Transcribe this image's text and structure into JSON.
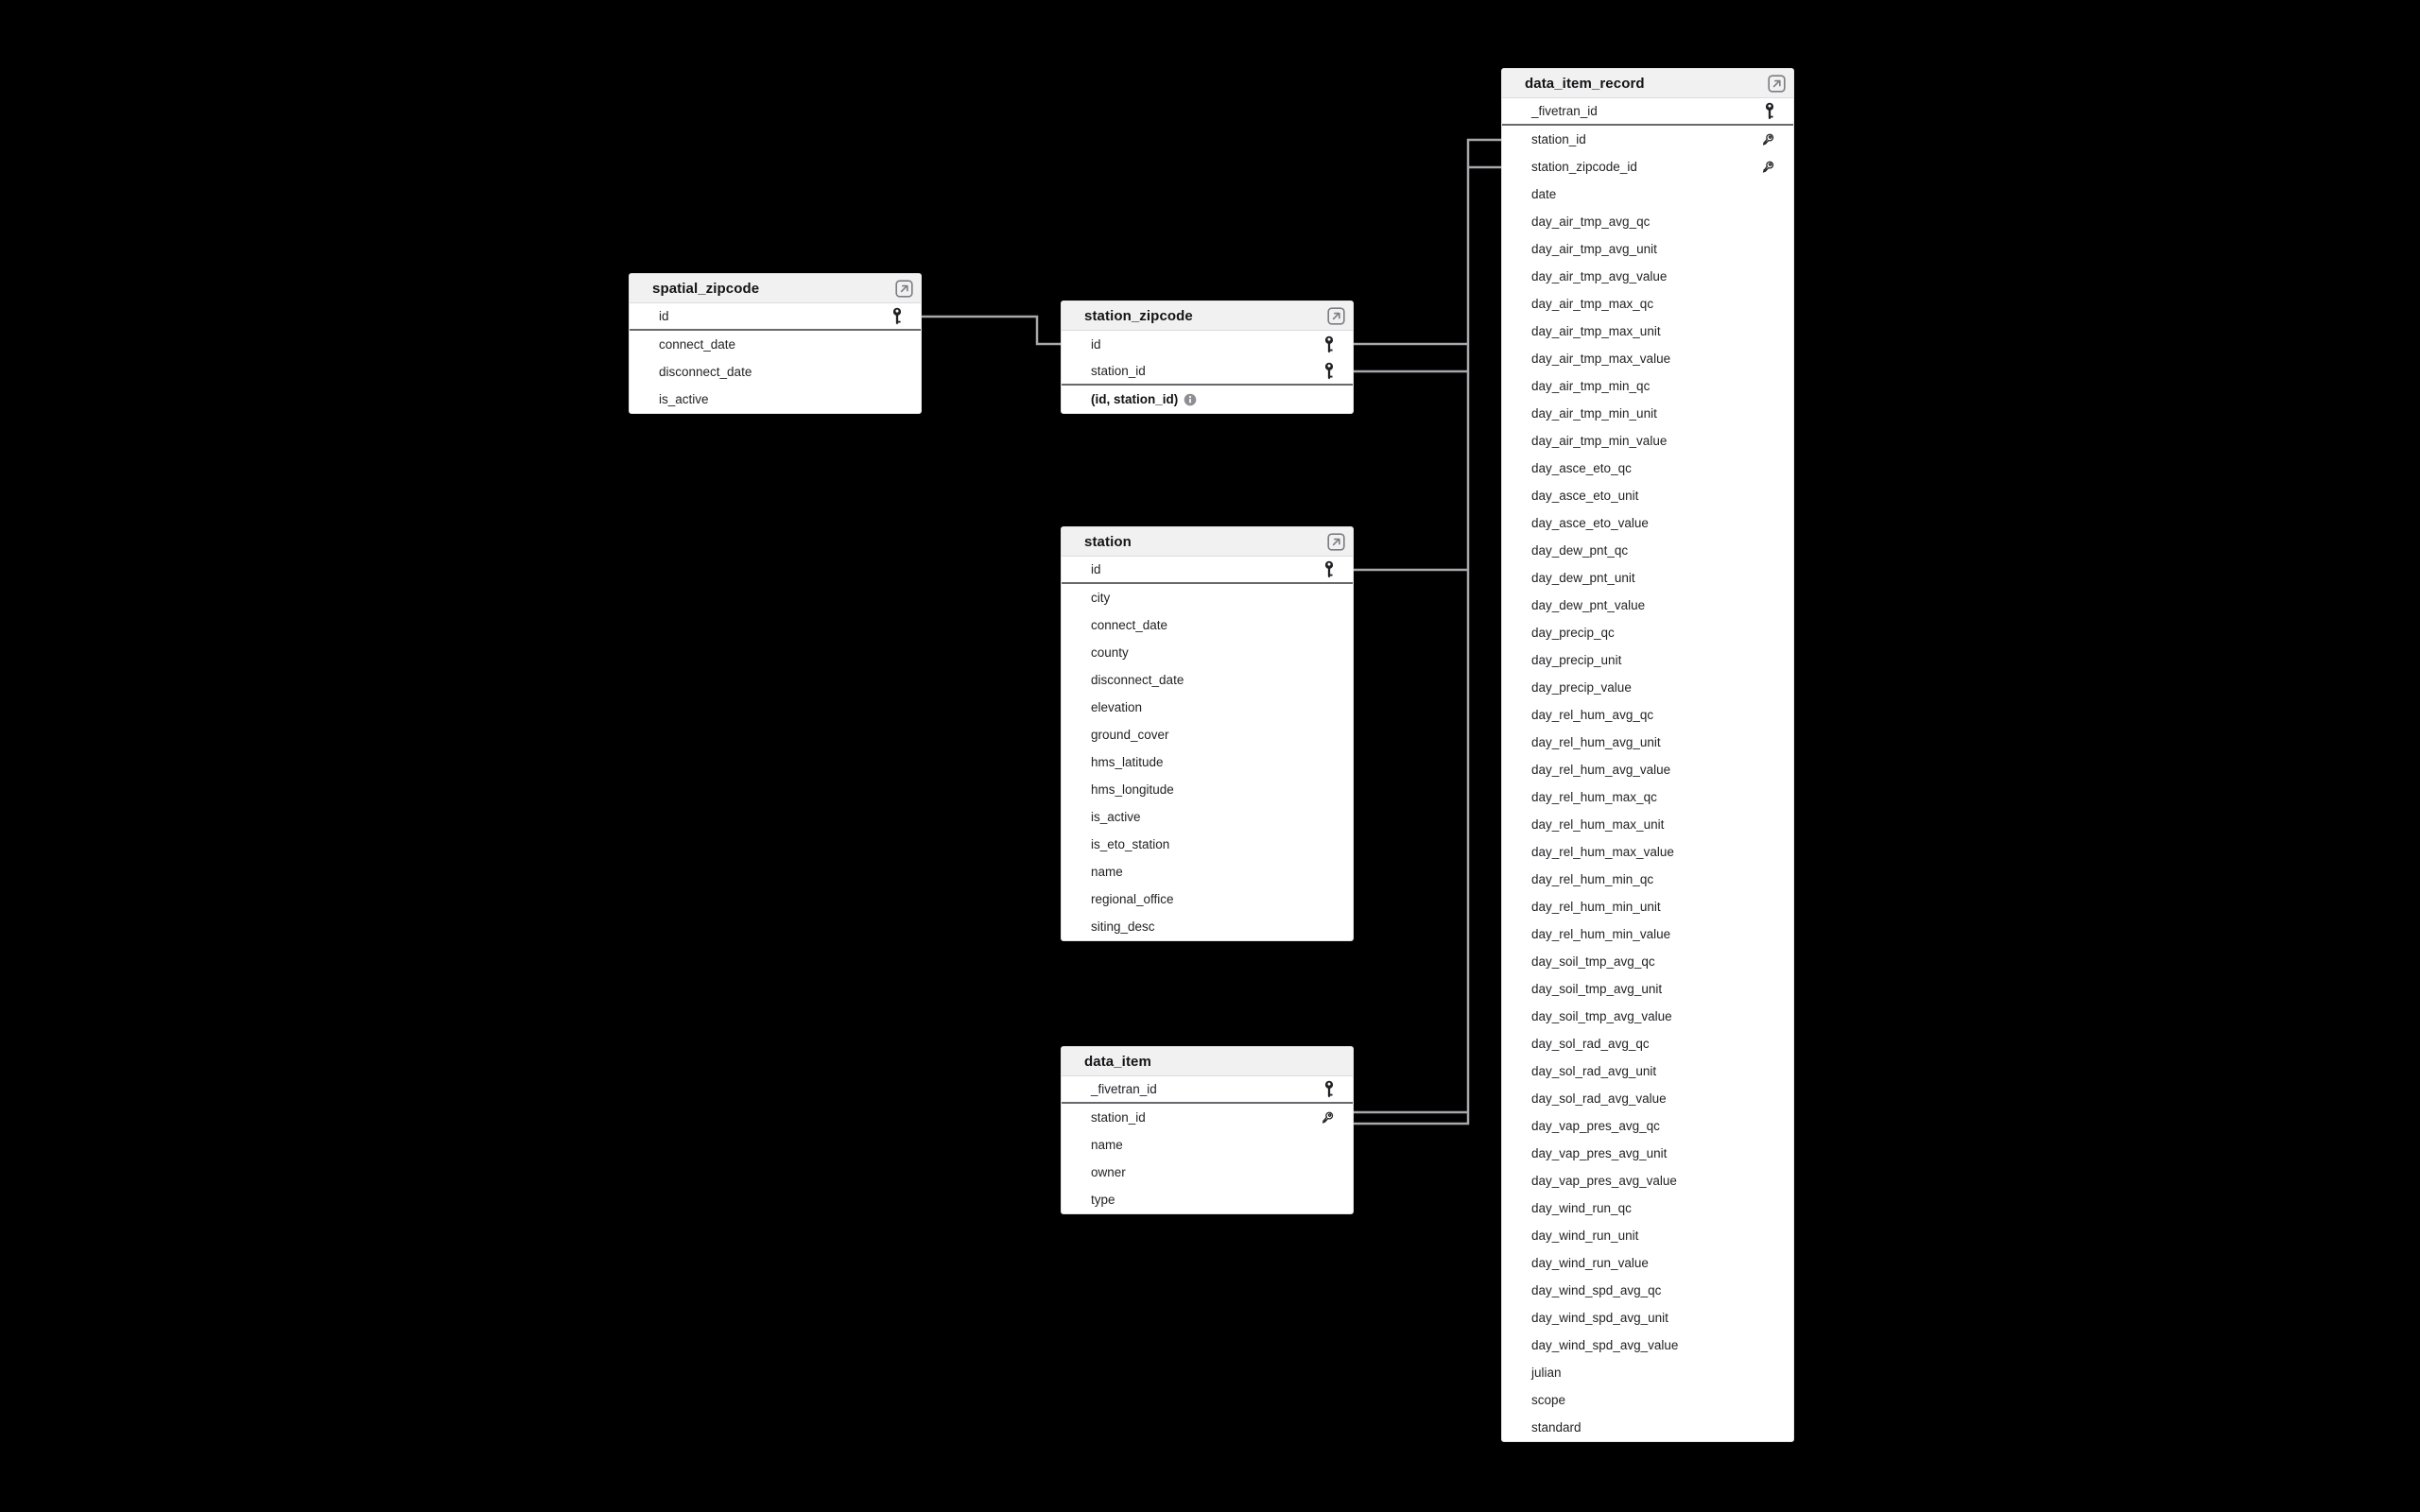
{
  "app": {
    "view": "database-schema-diagram"
  },
  "colors": {
    "canvas_bg": "#000000",
    "card_bg": "#ffffff",
    "card_header_bg": "#f1f1f2",
    "card_border": "#e4e4e7",
    "header_divider": "#dcdcdf",
    "primary_key_divider": "#68686d",
    "relationship_line": "#a7a7ac",
    "column_text": "#232327",
    "title_text": "#141416",
    "icon_gray": "#7c7c82"
  },
  "tables": [
    {
      "title": "spatial_zipcode",
      "header_icon": "open-in-new",
      "columns": [
        {
          "name": "id",
          "icon": "primary-key",
          "separator_below": true
        },
        {
          "name": "connect_date"
        },
        {
          "name": "disconnect_date"
        },
        {
          "name": "is_active"
        }
      ]
    },
    {
      "title": "station_zipcode",
      "header_icon": "open-in-new",
      "columns": [
        {
          "name": "id",
          "icon": "primary-key"
        },
        {
          "name": "station_id",
          "icon": "primary-key",
          "separator_below": true
        },
        {
          "name": "(id, station_id)",
          "bold": true,
          "icon": "info"
        }
      ]
    },
    {
      "title": "station",
      "header_icon": "open-in-new",
      "columns": [
        {
          "name": "id",
          "icon": "primary-key",
          "separator_below": true
        },
        {
          "name": "city"
        },
        {
          "name": "connect_date"
        },
        {
          "name": "county"
        },
        {
          "name": "disconnect_date"
        },
        {
          "name": "elevation"
        },
        {
          "name": "ground_cover"
        },
        {
          "name": "hms_latitude"
        },
        {
          "name": "hms_longitude"
        },
        {
          "name": "is_active"
        },
        {
          "name": "is_eto_station"
        },
        {
          "name": "name"
        },
        {
          "name": "regional_office"
        },
        {
          "name": "siting_desc"
        }
      ]
    },
    {
      "title": "data_item",
      "header_icon": null,
      "columns": [
        {
          "name": "_fivetran_id",
          "icon": "primary-key",
          "separator_below": true
        },
        {
          "name": "station_id",
          "icon": "foreign-key"
        },
        {
          "name": "name"
        },
        {
          "name": "owner"
        },
        {
          "name": "type"
        }
      ]
    },
    {
      "title": "data_item_record",
      "header_icon": "open-in-new",
      "columns": [
        {
          "name": "_fivetran_id",
          "icon": "primary-key",
          "separator_below": true
        },
        {
          "name": "station_id",
          "icon": "foreign-key"
        },
        {
          "name": "station_zipcode_id",
          "icon": "foreign-key"
        },
        {
          "name": "date"
        },
        {
          "name": "day_air_tmp_avg_qc"
        },
        {
          "name": "day_air_tmp_avg_unit"
        },
        {
          "name": "day_air_tmp_avg_value"
        },
        {
          "name": "day_air_tmp_max_qc"
        },
        {
          "name": "day_air_tmp_max_unit"
        },
        {
          "name": "day_air_tmp_max_value"
        },
        {
          "name": "day_air_tmp_min_qc"
        },
        {
          "name": "day_air_tmp_min_unit"
        },
        {
          "name": "day_air_tmp_min_value"
        },
        {
          "name": "day_asce_eto_qc"
        },
        {
          "name": "day_asce_eto_unit"
        },
        {
          "name": "day_asce_eto_value"
        },
        {
          "name": "day_dew_pnt_qc"
        },
        {
          "name": "day_dew_pnt_unit"
        },
        {
          "name": "day_dew_pnt_value"
        },
        {
          "name": "day_precip_qc"
        },
        {
          "name": "day_precip_unit"
        },
        {
          "name": "day_precip_value"
        },
        {
          "name": "day_rel_hum_avg_qc"
        },
        {
          "name": "day_rel_hum_avg_unit"
        },
        {
          "name": "day_rel_hum_avg_value"
        },
        {
          "name": "day_rel_hum_max_qc"
        },
        {
          "name": "day_rel_hum_max_unit"
        },
        {
          "name": "day_rel_hum_max_value"
        },
        {
          "name": "day_rel_hum_min_qc"
        },
        {
          "name": "day_rel_hum_min_unit"
        },
        {
          "name": "day_rel_hum_min_value"
        },
        {
          "name": "day_soil_tmp_avg_qc"
        },
        {
          "name": "day_soil_tmp_avg_unit"
        },
        {
          "name": "day_soil_tmp_avg_value"
        },
        {
          "name": "day_sol_rad_avg_qc"
        },
        {
          "name": "day_sol_rad_avg_unit"
        },
        {
          "name": "day_sol_rad_avg_value"
        },
        {
          "name": "day_vap_pres_avg_qc"
        },
        {
          "name": "day_vap_pres_avg_unit"
        },
        {
          "name": "day_vap_pres_avg_value"
        },
        {
          "name": "day_wind_run_qc"
        },
        {
          "name": "day_wind_run_unit"
        },
        {
          "name": "day_wind_run_value"
        },
        {
          "name": "day_wind_spd_avg_qc"
        },
        {
          "name": "day_wind_spd_avg_unit"
        },
        {
          "name": "day_wind_spd_avg_value"
        },
        {
          "name": "julian"
        },
        {
          "name": "scope"
        },
        {
          "name": "standard"
        }
      ]
    }
  ],
  "connector_endpoints": [
    "spatial_zipcode.id",
    "station_zipcode.id",
    "station_zipcode.station_id",
    "station.id",
    "data_item.station_id",
    "data_item_record.station_id",
    "data_item_record.station_zipcode_id"
  ]
}
